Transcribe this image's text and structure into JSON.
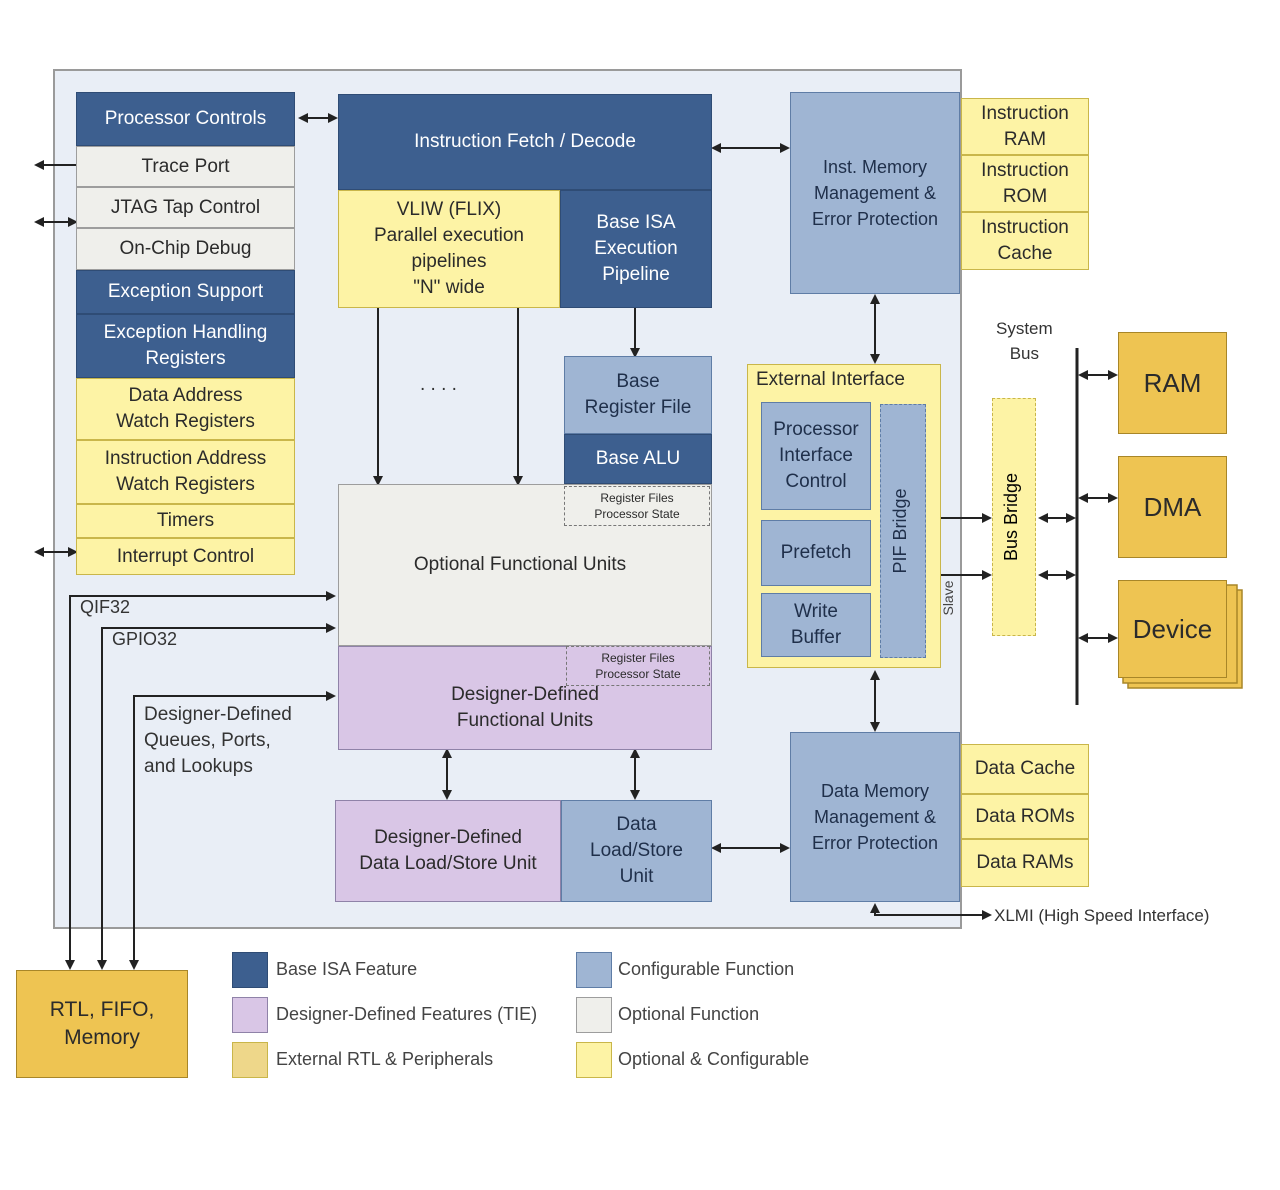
{
  "left_column": {
    "processor_controls": "Processor  Controls",
    "trace_port": "Trace Port",
    "jtag": "JTAG Tap Control",
    "on_chip_debug": "On-Chip Debug",
    "exception_support": "Exception  Support",
    "exception_handling": [
      "Exception  Handling",
      "Registers"
    ],
    "data_address_watch": [
      "Data Address",
      "Watch Registers"
    ],
    "instruction_address_watch": [
      "Instruction Address",
      "Watch Registers"
    ],
    "timers": "Timers",
    "interrupt_control": "Interrupt Control"
  },
  "core": {
    "fetch_decode": "Instruction  Fetch / Decode",
    "vliw": [
      "VLIW (FLIX)",
      "Parallel execution",
      "pipelines",
      "\"N\" wide"
    ],
    "base_isa_pipeline": [
      "Base ISA",
      "Execution",
      "Pipeline"
    ],
    "ellipsis": ". . . .",
    "base_register_file": [
      "Base",
      "Register File"
    ],
    "base_alu": "Base ALU",
    "register_files_1": [
      "Register Files",
      "Processor State"
    ],
    "optional_units": "Optional Functional Units",
    "register_files_2": [
      "Register Files",
      "Processor State"
    ],
    "designer_units": [
      "Designer-Defined",
      "Functional Units"
    ],
    "designer_lsu": [
      "Designer-Defined",
      "Data Load/Store Unit"
    ],
    "data_lsu": [
      "Data",
      "Load/Store",
      "Unit"
    ]
  },
  "memory": {
    "inst_mmu": [
      "Inst. Memory",
      "Management  &",
      "Error Protection"
    ],
    "instruction_ram": [
      "Instruction",
      "RAM"
    ],
    "instruction_rom": [
      "Instruction",
      "ROM"
    ],
    "instruction_cache": [
      "Instruction",
      "Cache"
    ],
    "data_mmu": [
      "Data Memory",
      "Management &",
      "Error Protection"
    ],
    "data_cache": "Data Cache",
    "data_roms": "Data ROMs",
    "data_rams": "Data RAMs"
  },
  "external_interface": {
    "title": "External Interface",
    "pic": [
      "Processor",
      "Interface",
      "Control"
    ],
    "prefetch": "Prefetch",
    "write_buffer": [
      "Write",
      "Buffer"
    ],
    "pif_bridge": "PIF Bridge",
    "slave": "Slave"
  },
  "system": {
    "system_bus": [
      "System",
      "Bus"
    ],
    "bus_bridge": "Bus Bridge",
    "ram": "RAM",
    "dma": "DMA",
    "device": "Device",
    "xlmi": "XLMI (High Speed Interface)"
  },
  "io_labels": {
    "qif32": "QIF32",
    "gpio32": "GPIO32",
    "designer_queues": [
      "Designer-Defined",
      "Queues, Ports,",
      "and Lookups"
    ],
    "rtl_memory": [
      "RTL, FIFO,",
      "Memory"
    ]
  },
  "legend": [
    {
      "label": "Base  ISA  Feature",
      "color": "#3d5f8f"
    },
    {
      "label": "Configurable  Function",
      "color": "#9fb5d3"
    },
    {
      "label": "Designer-Defined  Features (TIE)",
      "color": "#d9c6e6"
    },
    {
      "label": "Optional Function",
      "color": "#efefeb"
    },
    {
      "label": "External RTL & Peripherals",
      "color": "#eed78a"
    },
    {
      "label": "Optional & Configurable",
      "color": "#fdf3a5"
    }
  ]
}
